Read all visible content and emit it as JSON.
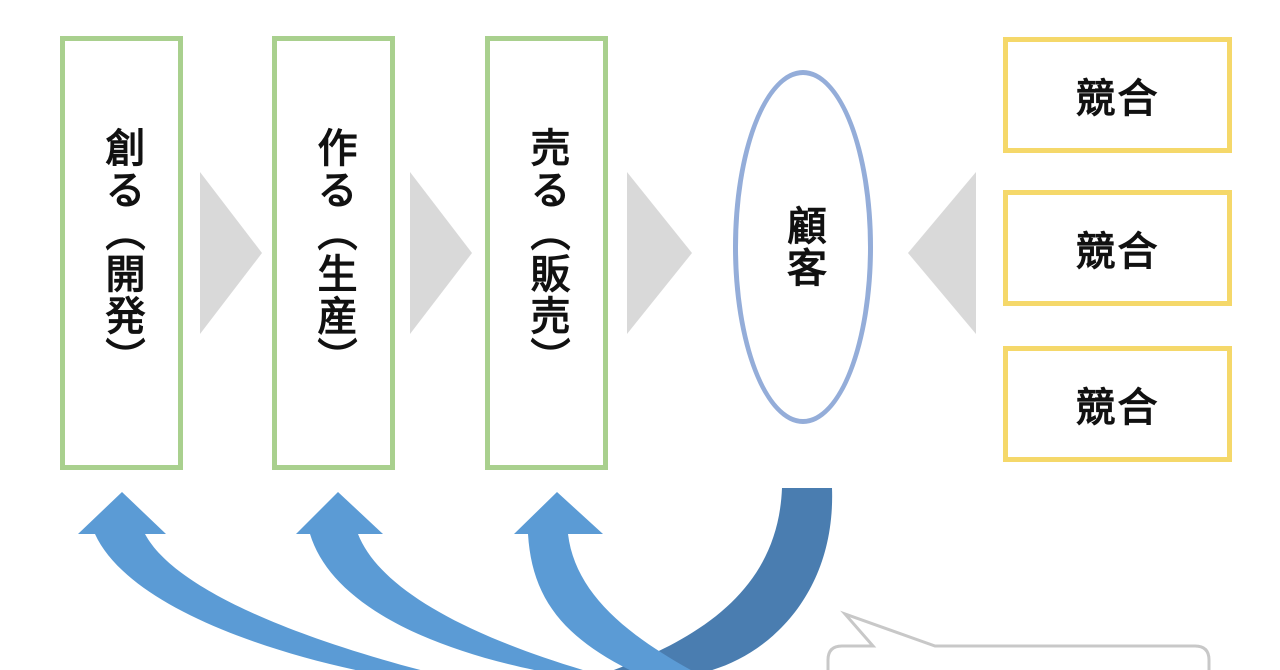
{
  "process_boxes": [
    {
      "label": "創る（開発）"
    },
    {
      "label": "作る（生産）"
    },
    {
      "label": "売る（販売）"
    }
  ],
  "customer": {
    "label": "顧客"
  },
  "competitors": [
    {
      "label": "競合"
    },
    {
      "label": "競合"
    },
    {
      "label": "競合"
    }
  ],
  "colors": {
    "process_border": "#a9d08e",
    "competitor_border": "#f5d86a",
    "customer_border": "#94add9",
    "chevron": "#d9d9d9",
    "feedback_arrow": "#5b9bd5",
    "feedback_arrow_dark": "#4a7db0",
    "callout_border": "#c8c8c8"
  }
}
